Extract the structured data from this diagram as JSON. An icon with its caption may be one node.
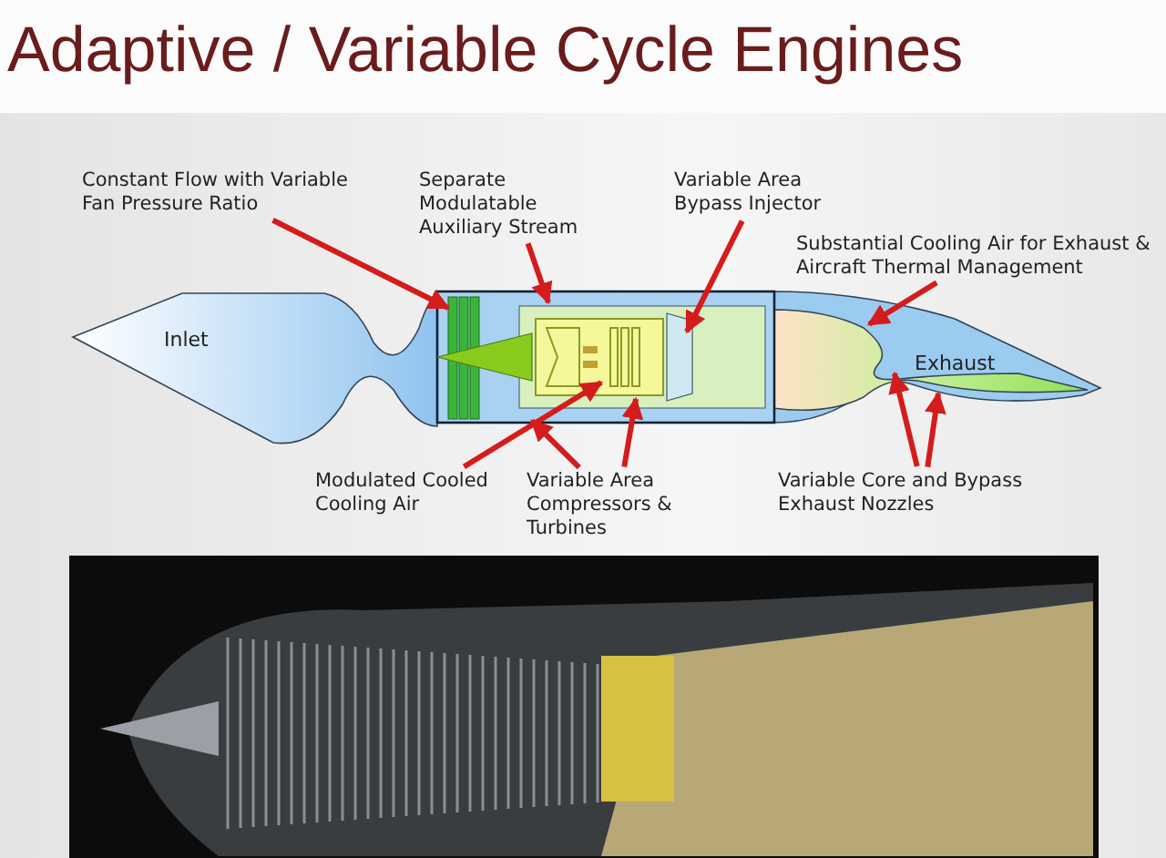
{
  "diagram": {
    "title": "Adaptive / Variable Cycle Engines",
    "nodes": [
      {
        "text": [
          "Constant Flow with Variable Fan Pressure Ratio"
        ]
      },
      {
        "text": [
          "Separate Modulatable Auxiliary Stream"
        ]
      },
      {
        "text": [
          "Variable Area Bypass Injector"
        ]
      },
      {
        "text": [
          "Substantial Cooling Air for Exhaust & Aircraft Thermal Management"
        ]
      },
      {
        "text": [
          "Modulated Cooled Cooling Air"
        ]
      },
      {
        "text": [
          "Variable Area Compressors & Turbines"
        ]
      },
      {
        "text": [
          "Variable Core and Bypass Exhaust Nozzles"
        ]
      },
      {
        "text": [
          "Inlet"
        ]
      },
      {
        "text": [],
        "shape": "picture"
      },
      {
        "text": [
          "Exhaust"
        ],
        "in": 8
      },
      {
        "text": [],
        "shape": "picture"
      }
    ],
    "edges": [
      {
        "from": 0,
        "to": 10,
        "arrow": "to"
      },
      {
        "from": 1,
        "to": 10,
        "arrow": "to"
      },
      {
        "from": 2,
        "to": 10,
        "arrow": "to"
      },
      {
        "from": 3,
        "to": 8,
        "arrow": "to"
      },
      {
        "from": 4,
        "to": 10,
        "arrow": "to"
      },
      {
        "from": 5,
        "to": 10,
        "arrow": "to"
      },
      {
        "from": 5,
        "to": 10,
        "arrow": "to"
      },
      {
        "from": 6,
        "to": 9,
        "arrow": "to"
      },
      {
        "from": 6,
        "to": 8,
        "arrow": "to"
      }
    ]
  }
}
